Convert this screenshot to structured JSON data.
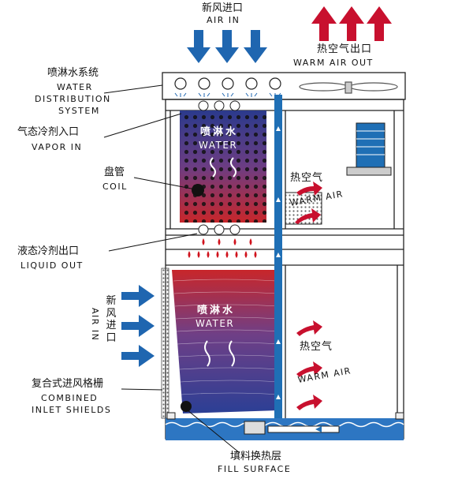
{
  "labels": {
    "air_in_top_cn": "新风进口",
    "air_in_top_en": "AIR IN",
    "warm_out_cn": "热空气出口",
    "warm_out_en": "WARM AIR OUT",
    "water_dist_cn": "喷淋水系统",
    "water_dist_en_1": "WATER",
    "water_dist_en_2": "DISTRIBUTION",
    "water_dist_en_3": "SYSTEM",
    "vapor_in_cn": "气态冷剂入口",
    "vapor_in_en": "VAPOR IN",
    "coil_cn": "盘管",
    "coil_en": "COIL",
    "liquid_out_cn": "液态冷剂出口",
    "liquid_out_en": "LIQUID OUT",
    "air_in_side_cn": "新风进口",
    "air_in_side_en": "AIR IN",
    "inlet_cn": "复合式进风格栅",
    "inlet_en_1": "COMBINED",
    "inlet_en_2": "INLET SHIELDS",
    "fill_cn": "填料换热层",
    "fill_en": "FILL SURFACE",
    "water_top_cn": "喷淋水",
    "water_top_en": "WATER",
    "water_bottom_cn": "喷淋水",
    "water_bottom_en": "WATER",
    "warm_air_1_cn": "热空气",
    "warm_air_1_en": "WARM AIR",
    "warm_air_2_cn": "热空气",
    "warm_air_2_en": "WARM AIR"
  },
  "colors": {
    "air_in_arrow": "#1f66b0",
    "warm_arrow": "#c8102e",
    "frame": "#222222",
    "water_pipe": "#1f6fb5",
    "basin": "#2d76c2",
    "coil_top": "#2a3f8f",
    "coil_bottom": "#c22a2a"
  }
}
